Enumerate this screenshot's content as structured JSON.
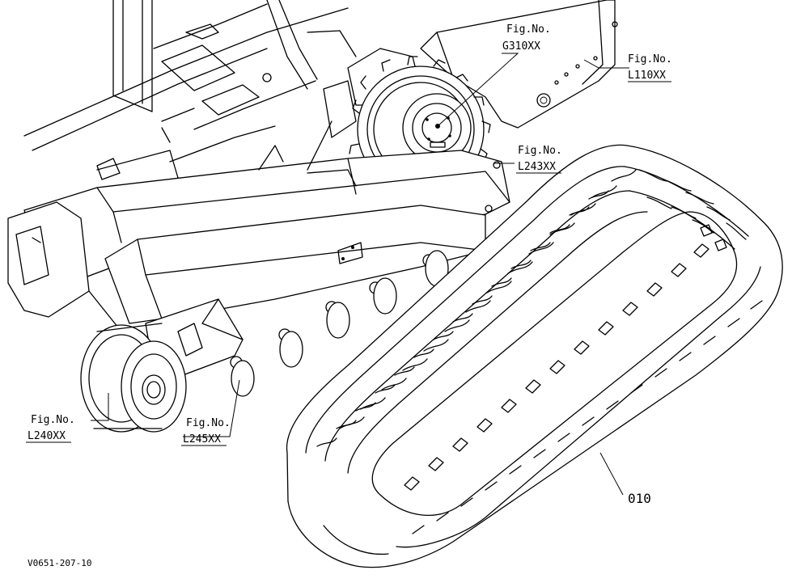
{
  "diagram": {
    "references": [
      {
        "id": "G310",
        "line1": "Fig.No.",
        "line2": "G310XX"
      },
      {
        "id": "L110",
        "line1": "Fig.No.",
        "line2": "L110XX"
      },
      {
        "id": "L243",
        "line1": "Fig.No.",
        "line2": "L243XX"
      },
      {
        "id": "L240",
        "line1": "Fig.No.",
        "line2": "L240XX"
      },
      {
        "id": "L245",
        "line1": "Fig.No.",
        "line2": "L245XX"
      }
    ],
    "part_number": "010",
    "drawing_code": "V0651-207-10"
  }
}
